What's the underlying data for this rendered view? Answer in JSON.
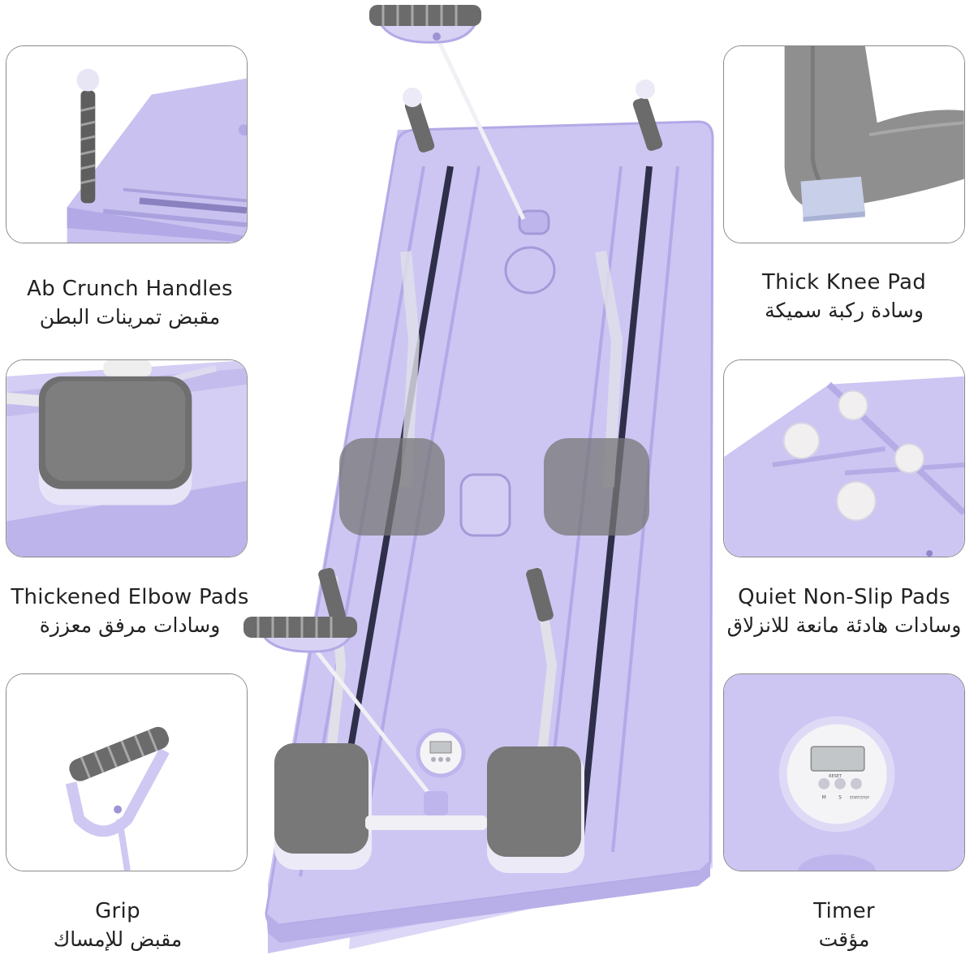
{
  "colors": {
    "board": "#c9c2f0",
    "board_light": "#dcd7f7",
    "board_edge": "#b3a9e6",
    "pad": "#7d7d7d",
    "grip": "#6f6f6f",
    "metal": "#e8e8ee",
    "border": "#8a8a8a"
  },
  "features": [
    {
      "en": "Ab Crunch Handles",
      "ar": "مقبض تمرينات البطن",
      "icon": "ab-handle-icon"
    },
    {
      "en": "Thick Knee Pad",
      "ar": "وسادة ركبة سميكة",
      "icon": "knee-pad-icon"
    },
    {
      "en": "Thickened Elbow Pads",
      "ar": "وسادات مرفق معززة",
      "icon": "elbow-pad-icon"
    },
    {
      "en": "Quiet Non-Slip Pads",
      "ar": "وسادات هادئة مانعة للانزلاق",
      "icon": "non-slip-pad-icon"
    },
    {
      "en": "Grip",
      "ar": "مقبض للإمساك",
      "icon": "grip-handle-icon"
    },
    {
      "en": "Timer",
      "ar": "مؤقت",
      "icon": "timer-icon"
    }
  ],
  "timer": {
    "buttons": [
      "M",
      "S",
      "START/STOP"
    ],
    "reset": "RESET"
  }
}
